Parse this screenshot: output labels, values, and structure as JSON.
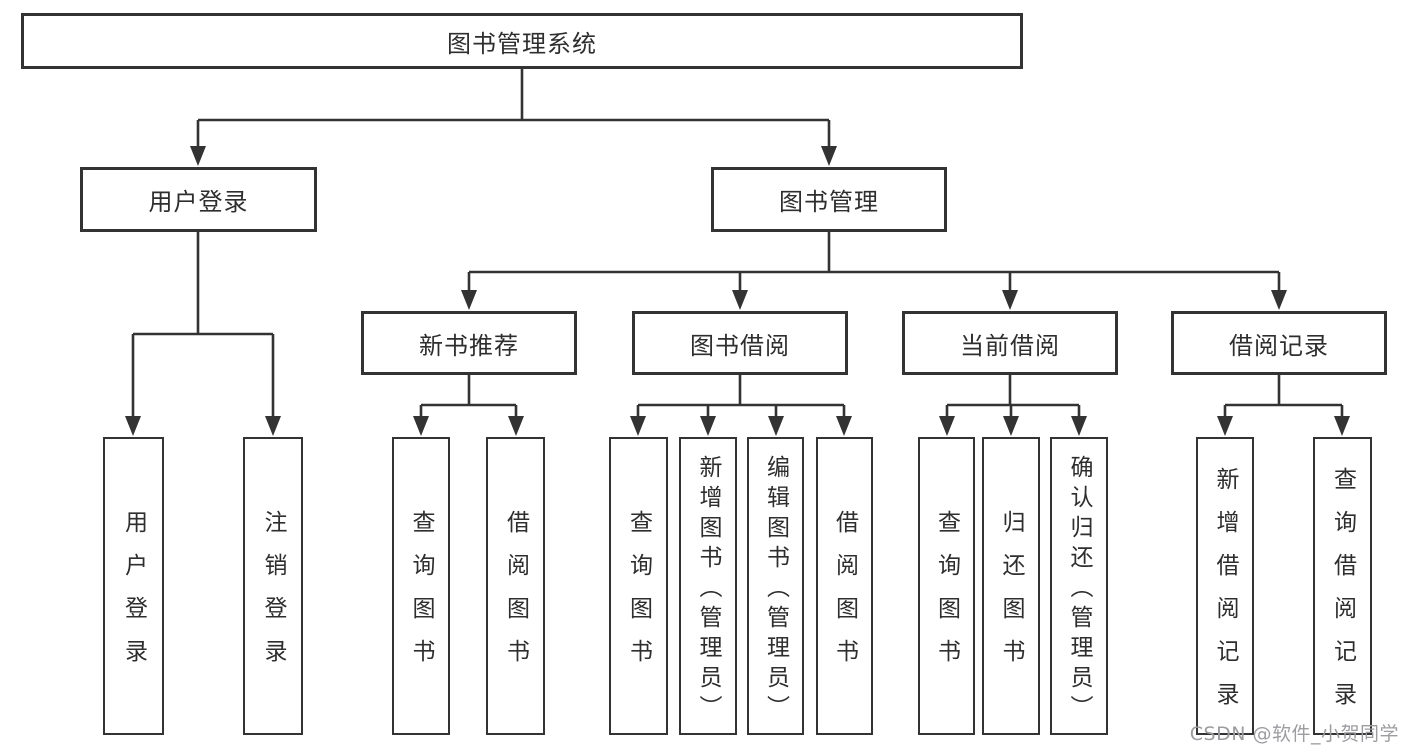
{
  "title": "图书管理系统",
  "watermark": "CSDN @软件_小贺同学",
  "theme": {
    "line": "#333333",
    "text": "#2e2e2e",
    "watermark": "#9d9da1",
    "background": "#ffffff"
  },
  "tree": {
    "label": "图书管理系统",
    "children": [
      {
        "label": "用户登录",
        "children": [
          {
            "label": "用户登录"
          },
          {
            "label": "注销登录"
          }
        ]
      },
      {
        "label": "图书管理",
        "children": [
          {
            "label": "新书推荐",
            "children": [
              {
                "label": "查询图书"
              },
              {
                "label": "借阅图书"
              }
            ]
          },
          {
            "label": "图书借阅",
            "children": [
              {
                "label": "查询图书"
              },
              {
                "label": "新增图书（管理员）"
              },
              {
                "label": "编辑图书（管理员）"
              },
              {
                "label": "借阅图书"
              }
            ]
          },
          {
            "label": "当前借阅",
            "children": [
              {
                "label": "查询图书"
              },
              {
                "label": "归还图书"
              },
              {
                "label": "确认归还（管理员）"
              }
            ]
          },
          {
            "label": "借阅记录",
            "children": [
              {
                "label": "新增借阅记录"
              },
              {
                "label": "查询借阅记录"
              }
            ]
          }
        ]
      }
    ]
  }
}
